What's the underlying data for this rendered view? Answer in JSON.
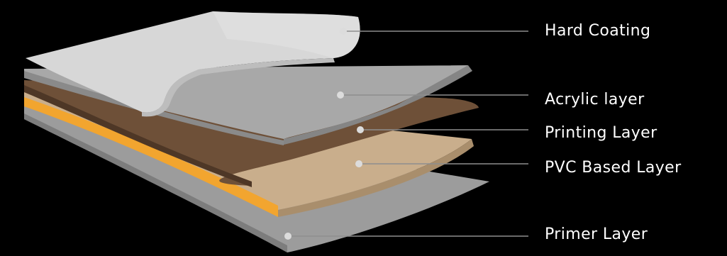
{
  "colors": {
    "background": "#000000",
    "label_text": "#ffffff",
    "leader_line": "#8e8e8e",
    "marker_dot": "#dcdcdc",
    "hard_coating": "#d7d7d7",
    "acrylic_layer": "#a8a8a8",
    "printing_layer": "#6e5038",
    "pvc_based_layer": "#c9ae8c",
    "pvc_edge": "#f2a52f",
    "primer_layer": "#9c9c9c"
  },
  "layers": [
    {
      "key": "hard_coating",
      "label": "Hard Coating"
    },
    {
      "key": "acrylic_layer",
      "label": "Acrylic layer"
    },
    {
      "key": "printing_layer",
      "label": "Printing Layer"
    },
    {
      "key": "pvc_based_layer",
      "label": "PVC Based Layer"
    },
    {
      "key": "primer_layer",
      "label": "Primer Layer"
    }
  ]
}
